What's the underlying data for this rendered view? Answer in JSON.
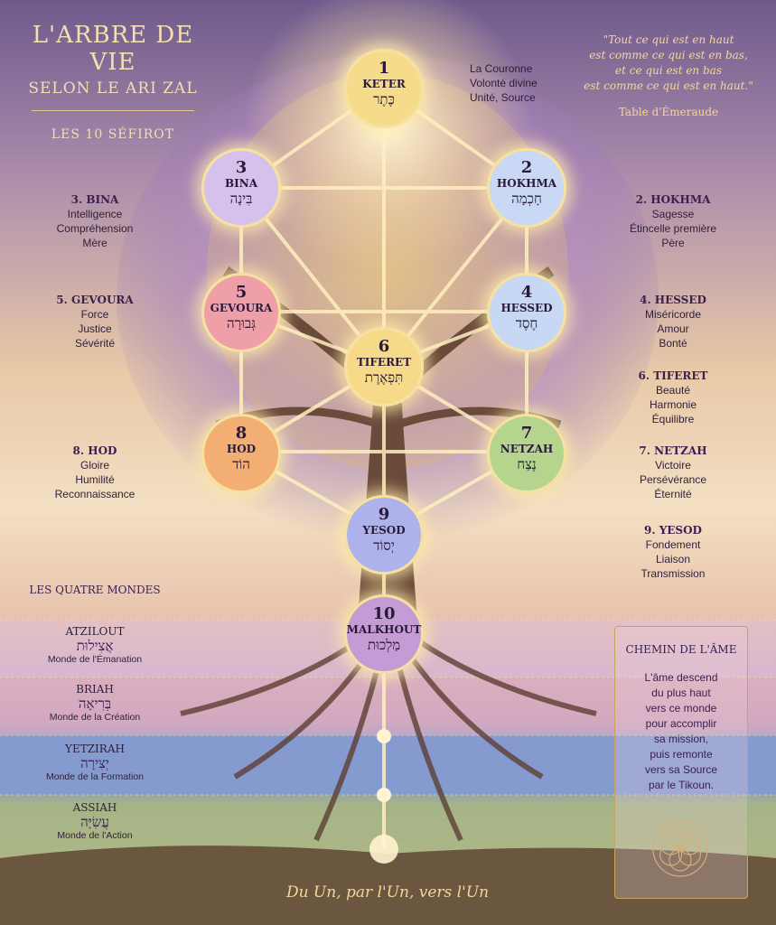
{
  "title": {
    "line1": "L'ARBRE DE VIE",
    "line2": "SELON LE ARI ZAL",
    "subtitle": "LES 10 SÉFIROT"
  },
  "quote": {
    "lines": [
      "\"Tout ce qui est en haut",
      "est comme ce qui est en bas,",
      "et ce qui est en bas",
      "est comme ce qui est en haut.\""
    ],
    "source": "Table d'Émeraude"
  },
  "sefirot": [
    {
      "num": "1",
      "name": "KETER",
      "hebrew": "כֶּתֶר",
      "color": "#f6dc8a"
    },
    {
      "num": "2",
      "name": "HOKHMA",
      "hebrew": "חָכְמָה",
      "color": "#c9d8f4"
    },
    {
      "num": "3",
      "name": "BINA",
      "hebrew": "בִּינָה",
      "color": "#d6c0ec"
    },
    {
      "num": "4",
      "name": "HESSED",
      "hebrew": "חֶסֶד",
      "color": "#c6d8f4"
    },
    {
      "num": "5",
      "name": "GEVOURA",
      "hebrew": "גְּבוּרָה",
      "color": "#ef9fa8"
    },
    {
      "num": "6",
      "name": "TIFERET",
      "hebrew": "תִּפְאֶרֶת",
      "color": "#f7d98a"
    },
    {
      "num": "7",
      "name": "NETZAH",
      "hebrew": "נֶצַח",
      "color": "#b5d48e"
    },
    {
      "num": "8",
      "name": "HOD",
      "hebrew": "הוֹד",
      "color": "#f3ae74"
    },
    {
      "num": "9",
      "name": "YESOD",
      "hebrew": "יְסוֹד",
      "color": "#aeb2ec"
    },
    {
      "num": "10",
      "name": "MALKHOUT",
      "hebrew": "מַלְכוּת",
      "color": "#c59bd6"
    }
  ],
  "keter_desc": [
    "La Couronne",
    "Volonté divine",
    "Unité, Source"
  ],
  "left_labels": [
    {
      "head": "3. BINA",
      "lines": [
        "Intelligence",
        "Compréhension",
        "Mère"
      ]
    },
    {
      "head": "5. GEVOURA",
      "lines": [
        "Force",
        "Justice",
        "Sévérité"
      ]
    },
    {
      "head": "8. HOD",
      "lines": [
        "Gloire",
        "Humilité",
        "Reconnaissance"
      ]
    }
  ],
  "right_labels": [
    {
      "head": "2. HOKHMA",
      "lines": [
        "Sagesse",
        "Étincelle première",
        "Père"
      ]
    },
    {
      "head": "4. HESSED",
      "lines": [
        "Miséricorde",
        "Amour",
        "Bonté"
      ]
    },
    {
      "head": "6. TIFERET",
      "lines": [
        "Beauté",
        "Harmonie",
        "Équilibre"
      ]
    },
    {
      "head": "7. NETZAH",
      "lines": [
        "Victoire",
        "Persévérance",
        "Éternité"
      ]
    },
    {
      "head": "9. YESOD",
      "lines": [
        "Fondement",
        "Liaison",
        "Transmission"
      ]
    }
  ],
  "worlds_title": "LES QUATRE MONDES",
  "worlds": [
    {
      "name": "ATZILOUT",
      "hebrew": "אֲצִילוּת",
      "desc": "Monde de l'Émanation"
    },
    {
      "name": "BRIAH",
      "hebrew": "בְּרִיאָה",
      "desc": "Monde de la Création"
    },
    {
      "name": "YETZIRAH",
      "hebrew": "יְצִירָה",
      "desc": "Monde de la Formation"
    },
    {
      "name": "ASSIAH",
      "hebrew": "עֲשִׂיָּה",
      "desc": "Monde de l'Action"
    }
  ],
  "soul_path": {
    "title": "CHEMIN DE L'ÂME",
    "lines": [
      "L'âme descend",
      "du plus haut",
      "vers ce monde",
      "pour accomplir",
      "sa mission,",
      "puis remonte",
      "vers sa Source",
      "par le Tikoun."
    ]
  },
  "footer": "Du Un, par l'Un, vers l'Un"
}
